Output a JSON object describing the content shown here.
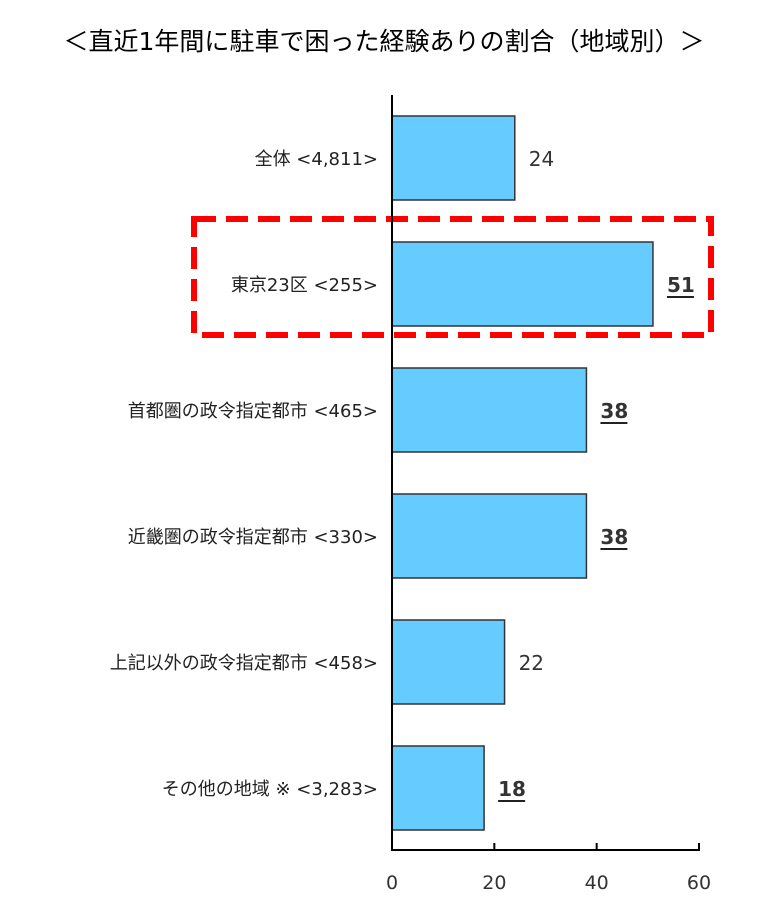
{
  "chart_data": {
    "type": "bar",
    "orientation": "horizontal",
    "title": "＜直近1年間に駐車で困った経験ありの割合（地域別）＞",
    "categories": [
      "全体 <4,811>",
      "東京23区 <255>",
      "首都圏の政令指定都市 <465>",
      "近畿圏の政令指定都市 <330>",
      "上記以外の政令指定都市 <458>",
      "その他の地域 ※ <3,283>"
    ],
    "values": [
      24,
      51,
      38,
      38,
      22,
      18
    ],
    "value_labels": [
      "24",
      "51",
      "38",
      "38",
      "22",
      "18"
    ],
    "underlined": [
      false,
      true,
      true,
      true,
      false,
      true
    ],
    "highlighted_category": "東京23区 <255>",
    "xlim": [
      0,
      60
    ],
    "xticks": [
      "0",
      "20",
      "40",
      "60"
    ],
    "xlabel": "",
    "ylabel": "",
    "grid": false,
    "bar_color": "#66CCFF",
    "highlight_color": "#FF0000"
  }
}
